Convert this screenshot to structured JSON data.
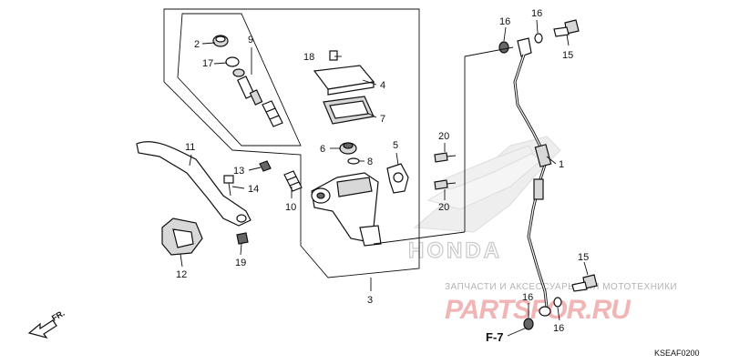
{
  "callouts": {
    "c1": "1",
    "c2": "2",
    "c3": "3",
    "c4": "4",
    "c5": "5",
    "c6": "6",
    "c7": "7",
    "c8": "8",
    "c9": "9",
    "c10": "10",
    "c11": "11",
    "c12": "12",
    "c13": "13",
    "c14": "14",
    "c15a": "15",
    "c15b": "15",
    "c16a": "16",
    "c16b": "16",
    "c16c": "16",
    "c16d": "16",
    "c17": "17",
    "c18": "18",
    "c19": "19",
    "c20a": "20",
    "c20b": "20"
  },
  "watermark": {
    "text": "ЗАПЧАСТИ И АКСЕССУАРЫ ДЛЯ МОТОТЕХНИКИ",
    "logo": "PARTSFOR.RU",
    "brand": "HONDA"
  },
  "reference": "F-7",
  "direction": "FR.",
  "diagram_code": "KSEAF0200"
}
